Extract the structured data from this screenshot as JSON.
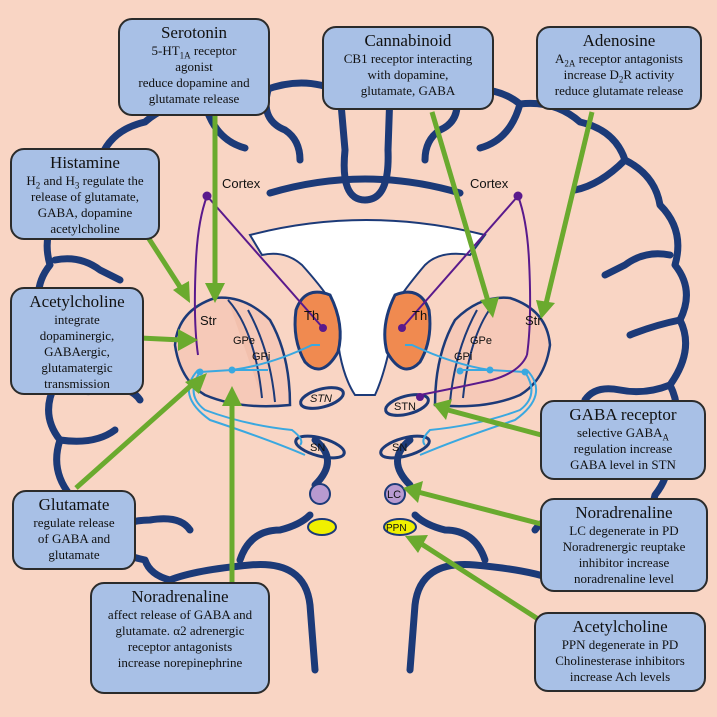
{
  "regions": {
    "cortex_left": "Cortex",
    "cortex_right": "Cortex",
    "str_left": "Str",
    "str_right": "Str",
    "gpe_left": "GPe",
    "gpe_right": "GPe",
    "gpi_left": "GPi",
    "gpi_right": "GPi",
    "th_left": "Th",
    "th_right": "Th",
    "stn_left": "STN",
    "stn_right": "STN",
    "sn_left": "SN",
    "sn_right": "SN",
    "lc": "LC",
    "ppn": "PPN"
  },
  "boxes": {
    "serotonin": {
      "title": "Serotonin",
      "l1a": "5-HT",
      "l1sub": "1A",
      "l1b": " receptor",
      "l2": "agonist",
      "l3": "reduce dopamine and",
      "l4": "glutamate release"
    },
    "cannabinoid": {
      "title": "Cannabinoid",
      "l1": "CB1  receptor interacting",
      "l2": "with dopamine,",
      "l3": "glutamate, GABA"
    },
    "adenosine": {
      "title": "Adenosine",
      "l1a": "A",
      "l1sub": "2A",
      "l1b": "  receptor antagonists",
      "l2a": "increase D",
      "l2sub": "2",
      "l2b": "R activity",
      "l3": "reduce glutamate release"
    },
    "histamine": {
      "title": "Histamine",
      "l1a": "H",
      "l1sub1": "2",
      "l1b": " and H",
      "l1sub2": "3",
      "l1c": " regulate the",
      "l2": "release of glutamate,",
      "l3": "GABA, dopamine",
      "l4": "acetylcholine"
    },
    "acetylcholine_left": {
      "title": "Acetylcholine",
      "l1": "integrate",
      "l2": "dopaminergic,",
      "l3": "GABAergic,",
      "l4": "glutamatergic",
      "l5": "transmission"
    },
    "gaba": {
      "title": "GABA receptor",
      "l1a": "selective GABA",
      "l1sub": "A",
      "l2": "regulation increase",
      "l3": "GABA level in STN"
    },
    "glutamate": {
      "title": "Glutamate",
      "l1": "regulate release",
      "l2": "of GABA and",
      "l3": "glutamate"
    },
    "noradrenaline_right": {
      "title": "Noradrenaline",
      "l1": "LC degenerate in PD",
      "l2": "Noradrenergic reuptake",
      "l3": "inhibitor increase",
      "l4": "noradrenaline level"
    },
    "noradrenaline_bottom": {
      "title": "Noradrenaline",
      "l1": "affect release of GABA and",
      "l2": "glutamate. α2 adrenergic",
      "l3": "receptor antagonists",
      "l4": "increase norepinephrine"
    },
    "acetylcholine_right": {
      "title": "Acetylcholine",
      "l1": "PPN degenerate in  PD",
      "l2": "Cholinesterase inhibitors",
      "l3": "increase Ach levels"
    }
  },
  "colors": {
    "background": "#f9d5c4",
    "box_fill": "#a8c0e6",
    "brain_outline": "#1c3a78",
    "arrow": "#6aaa2e",
    "dopamine_pathway": "#5a1a8c",
    "basal_ganglia_pathway": "#3aa8e0",
    "thalamus": "#f08a50",
    "ppn_nucleus": "#f0f000",
    "lc_nucleus": "#b89ad0"
  }
}
